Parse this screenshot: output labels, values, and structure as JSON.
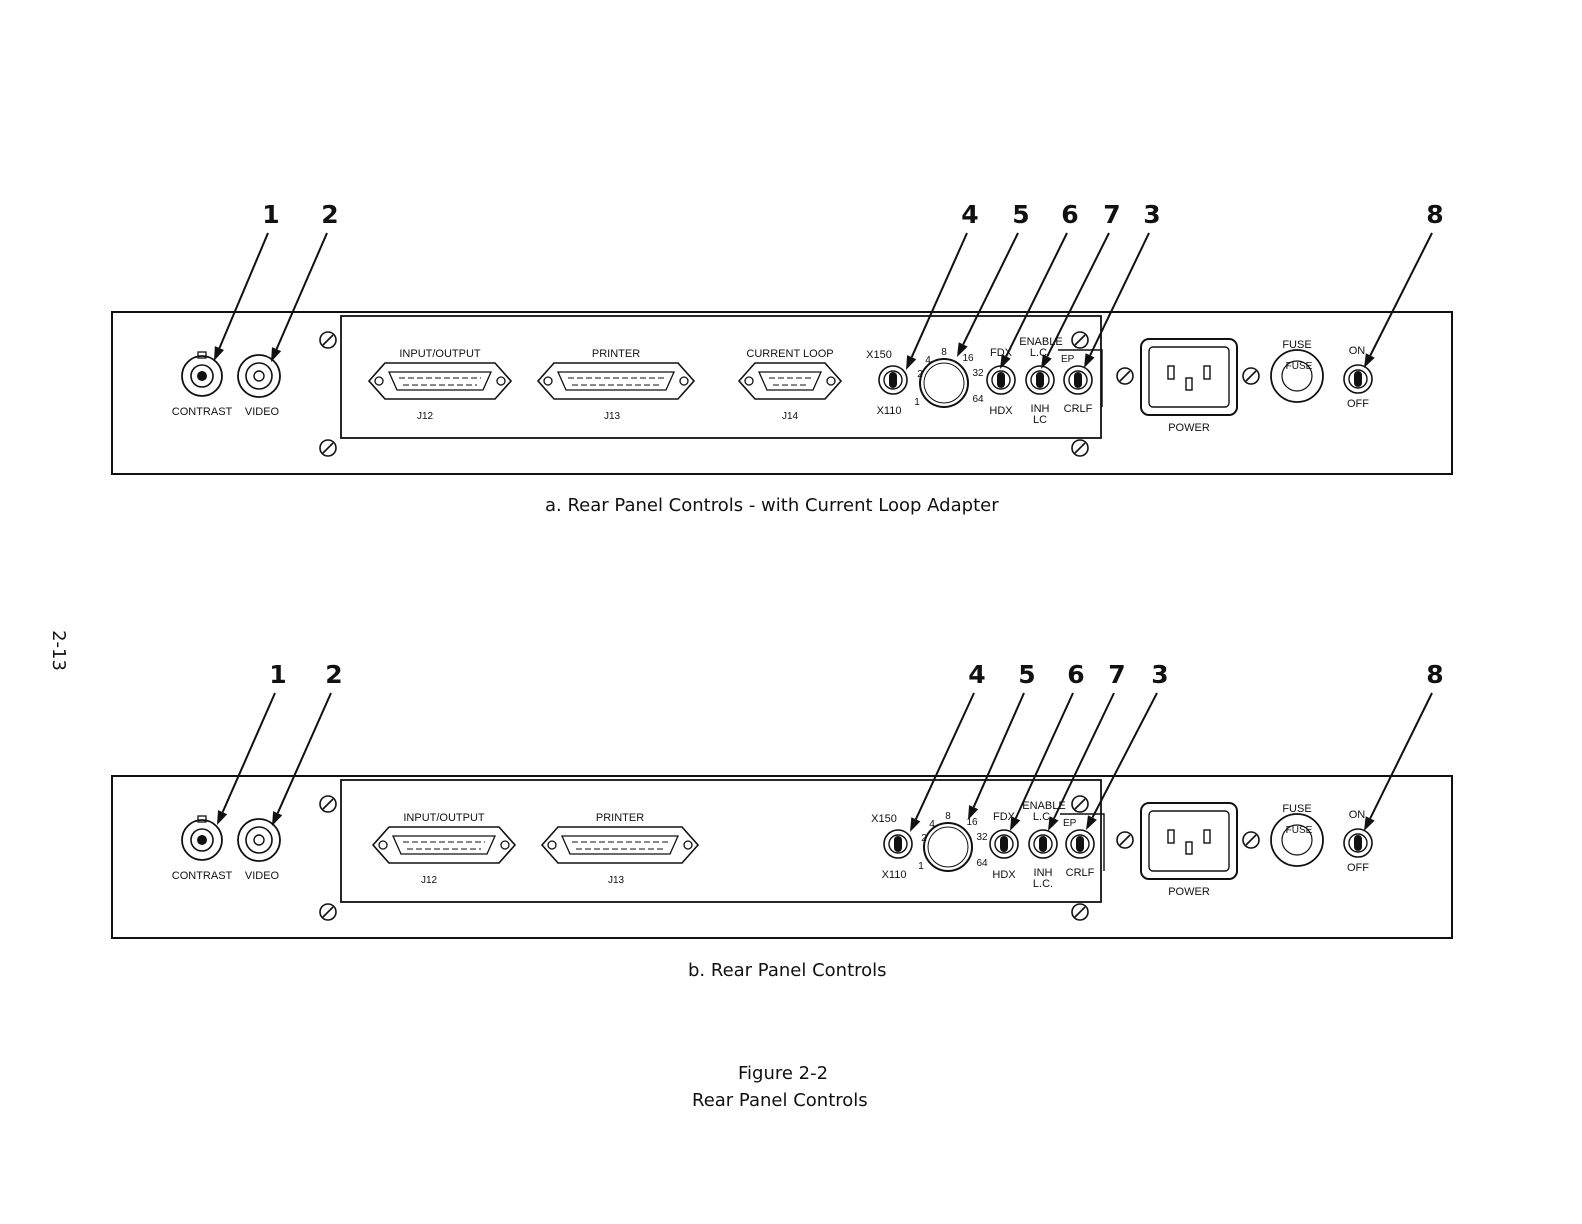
{
  "page_number": "2-13",
  "figure": {
    "number": "Figure 2-2",
    "title": "Rear Panel Controls"
  },
  "panels": [
    {
      "caption": "a. Rear Panel Controls - with Current Loop Adapter",
      "callouts": [
        "1",
        "2",
        "4",
        "5",
        "6",
        "7",
        "3",
        "8"
      ],
      "labels": {
        "contrast": "CONTRAST",
        "video": "VIDEO",
        "input_output": "INPUT/OUTPUT",
        "printer": "PRINTER",
        "current_loop": "CURRENT LOOP",
        "j12": "J12",
        "j13": "J13",
        "j14": "J14",
        "x150": "X150",
        "x110": "X110",
        "dial": [
          "1",
          "2",
          "4",
          "8",
          "16",
          "32",
          "64"
        ],
        "fdx": "FDX",
        "hdx": "HDX",
        "enable": "ENABLE",
        "lc": "L.C.",
        "inh": "INH",
        "lc2": "LC",
        "ep": "EP",
        "crlf": "CRLF",
        "power": "POWER",
        "fuse": "FUSE",
        "fuse_cap": "FUSE",
        "on": "ON",
        "off": "OFF"
      }
    },
    {
      "caption": "b. Rear Panel Controls",
      "callouts": [
        "1",
        "2",
        "4",
        "5",
        "6",
        "7",
        "3",
        "8"
      ],
      "labels": {
        "contrast": "CONTRAST",
        "video": "VIDEO",
        "input_output": "INPUT/OUTPUT",
        "printer": "PRINTER",
        "j12": "J12",
        "j13": "J13",
        "x150": "X150",
        "x110": "X110",
        "dial": [
          "1",
          "2",
          "4",
          "8",
          "16",
          "32",
          "64"
        ],
        "fdx": "FDX",
        "hdx": "HDX",
        "enable": "ENABLE",
        "lc": "L.C.",
        "inh": "INH",
        "lc2": "L.C.",
        "ep": "EP",
        "crlf": "CRLF",
        "power": "POWER",
        "fuse": "FUSE",
        "fuse_cap": "FUSE",
        "on": "ON",
        "off": "OFF"
      }
    }
  ]
}
